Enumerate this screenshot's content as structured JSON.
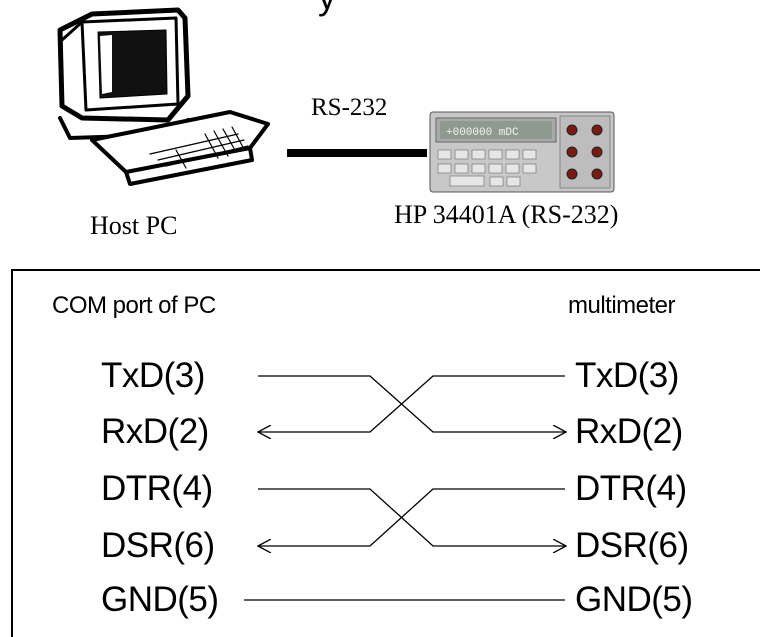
{
  "title_fragment": "y",
  "cable_label": "RS-232",
  "host_label": "Host PC",
  "meter_label": "HP 34401A (RS-232)",
  "meter_display": "+000000 mDC",
  "wiring": {
    "left_title": "COM port of PC",
    "right_title": "multimeter",
    "left_pins": [
      "TxD(3)",
      "RxD(2)",
      "DTR(4)",
      "DSR(6)",
      "GND(5)"
    ],
    "right_pins": [
      "TxD(3)",
      "RxD(2)",
      "DTR(4)",
      "DSR(6)",
      "GND(5)"
    ]
  }
}
